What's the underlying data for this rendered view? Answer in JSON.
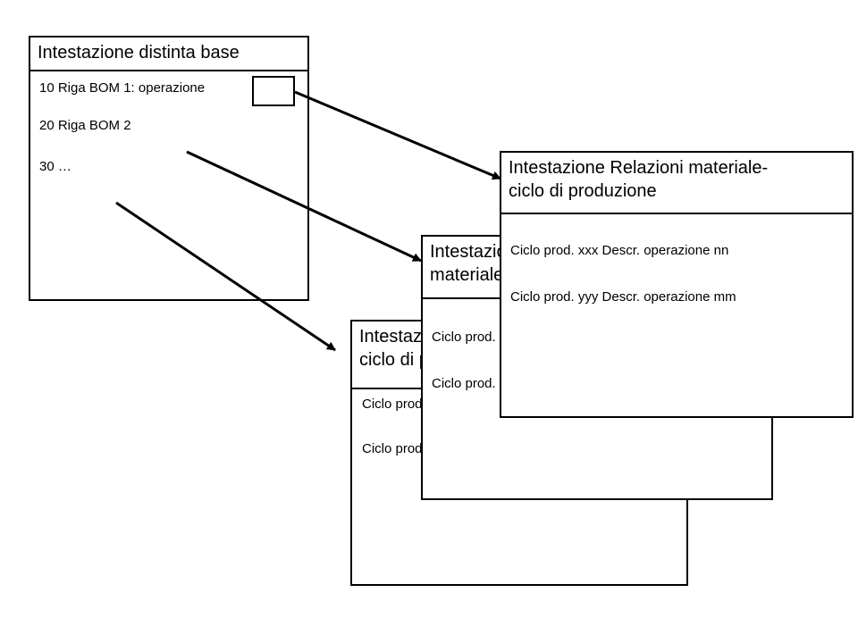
{
  "bom": {
    "header": "Intestazione distinta base",
    "rows": [
      "10 Riga BOM 1: operazione",
      "20 Riga BOM 2",
      "30 …"
    ]
  },
  "relation_cards": {
    "back": {
      "header_line1": "Intestazione Relazioni materiale-",
      "header_line2": "ciclo di produzione",
      "line1": "Ciclo prod. xxx Descr. operazione nn",
      "line2": "Ciclo prod. yyy Descr. operazione mm"
    },
    "middle": {
      "header_line1": "Intestazione Relazioni materiale-",
      "header_line2": "materiale-ciclo di produzione",
      "line1": "Ciclo prod. xxx Descr. operazione nn",
      "line2": "Ciclo prod. yyy Descr. operazione mm"
    },
    "front": {
      "header_line1": "Intestazione Relazioni materiale-",
      "header_line2": "ciclo di produzione",
      "line1": "Ciclo prod. xxx Descr. operazione nn",
      "line2": "Ciclo prod. yyy Descr. operazione mm"
    }
  }
}
